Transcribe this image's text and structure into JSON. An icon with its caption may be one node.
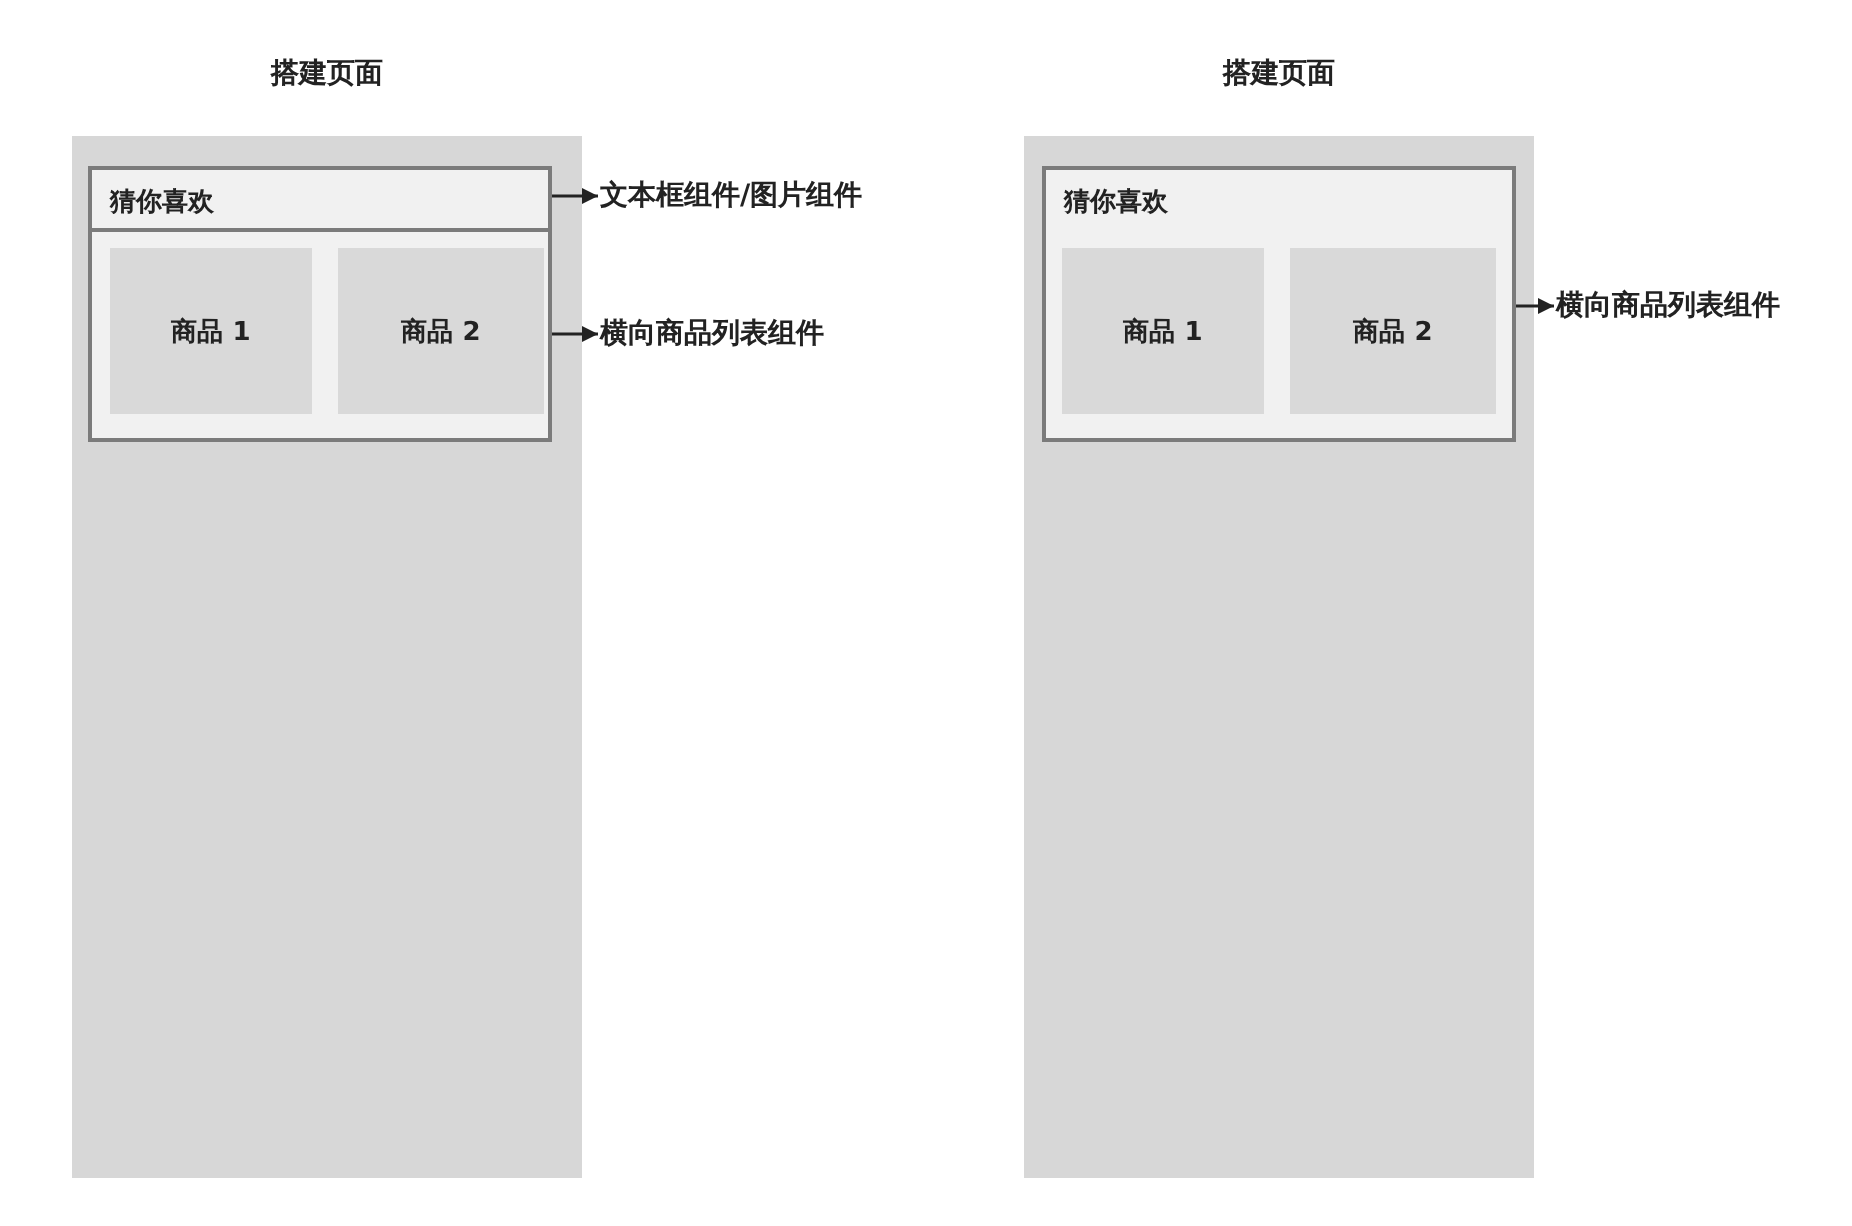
{
  "diagram": {
    "nodes": [
      {
        "text": [],
        "shape": "box"
      },
      {
        "text": [
          "猜你喜欢"
        ],
        "in": 0
      },
      {
        "text": [],
        "shape": "box",
        "in": 0
      },
      {
        "text": [
          "商品 1"
        ],
        "in": 2
      },
      {
        "text": [
          "商品 2"
        ],
        "in": 2
      },
      {
        "text": [
          "文本框组件/图片组件"
        ]
      },
      {
        "text": [
          "横向商品列表组件"
        ]
      },
      {
        "text": [],
        "shape": "box"
      },
      {
        "text": [
          "猜你喜欢"
        ],
        "in": 7
      },
      {
        "text": [
          "商品 1"
        ],
        "in": 8
      },
      {
        "text": [
          "商品 2"
        ],
        "in": 8
      },
      {
        "text": [
          "横向商品列表组件"
        ]
      }
    ],
    "edges": [
      {
        "from": 1,
        "to": 5,
        "arrow": "to"
      },
      {
        "from": 2,
        "to": 6,
        "arrow": "to"
      },
      {
        "from": 8,
        "to": 11,
        "arrow": "to"
      }
    ],
    "labels": [
      "搭建页面",
      "搭建页面"
    ]
  }
}
